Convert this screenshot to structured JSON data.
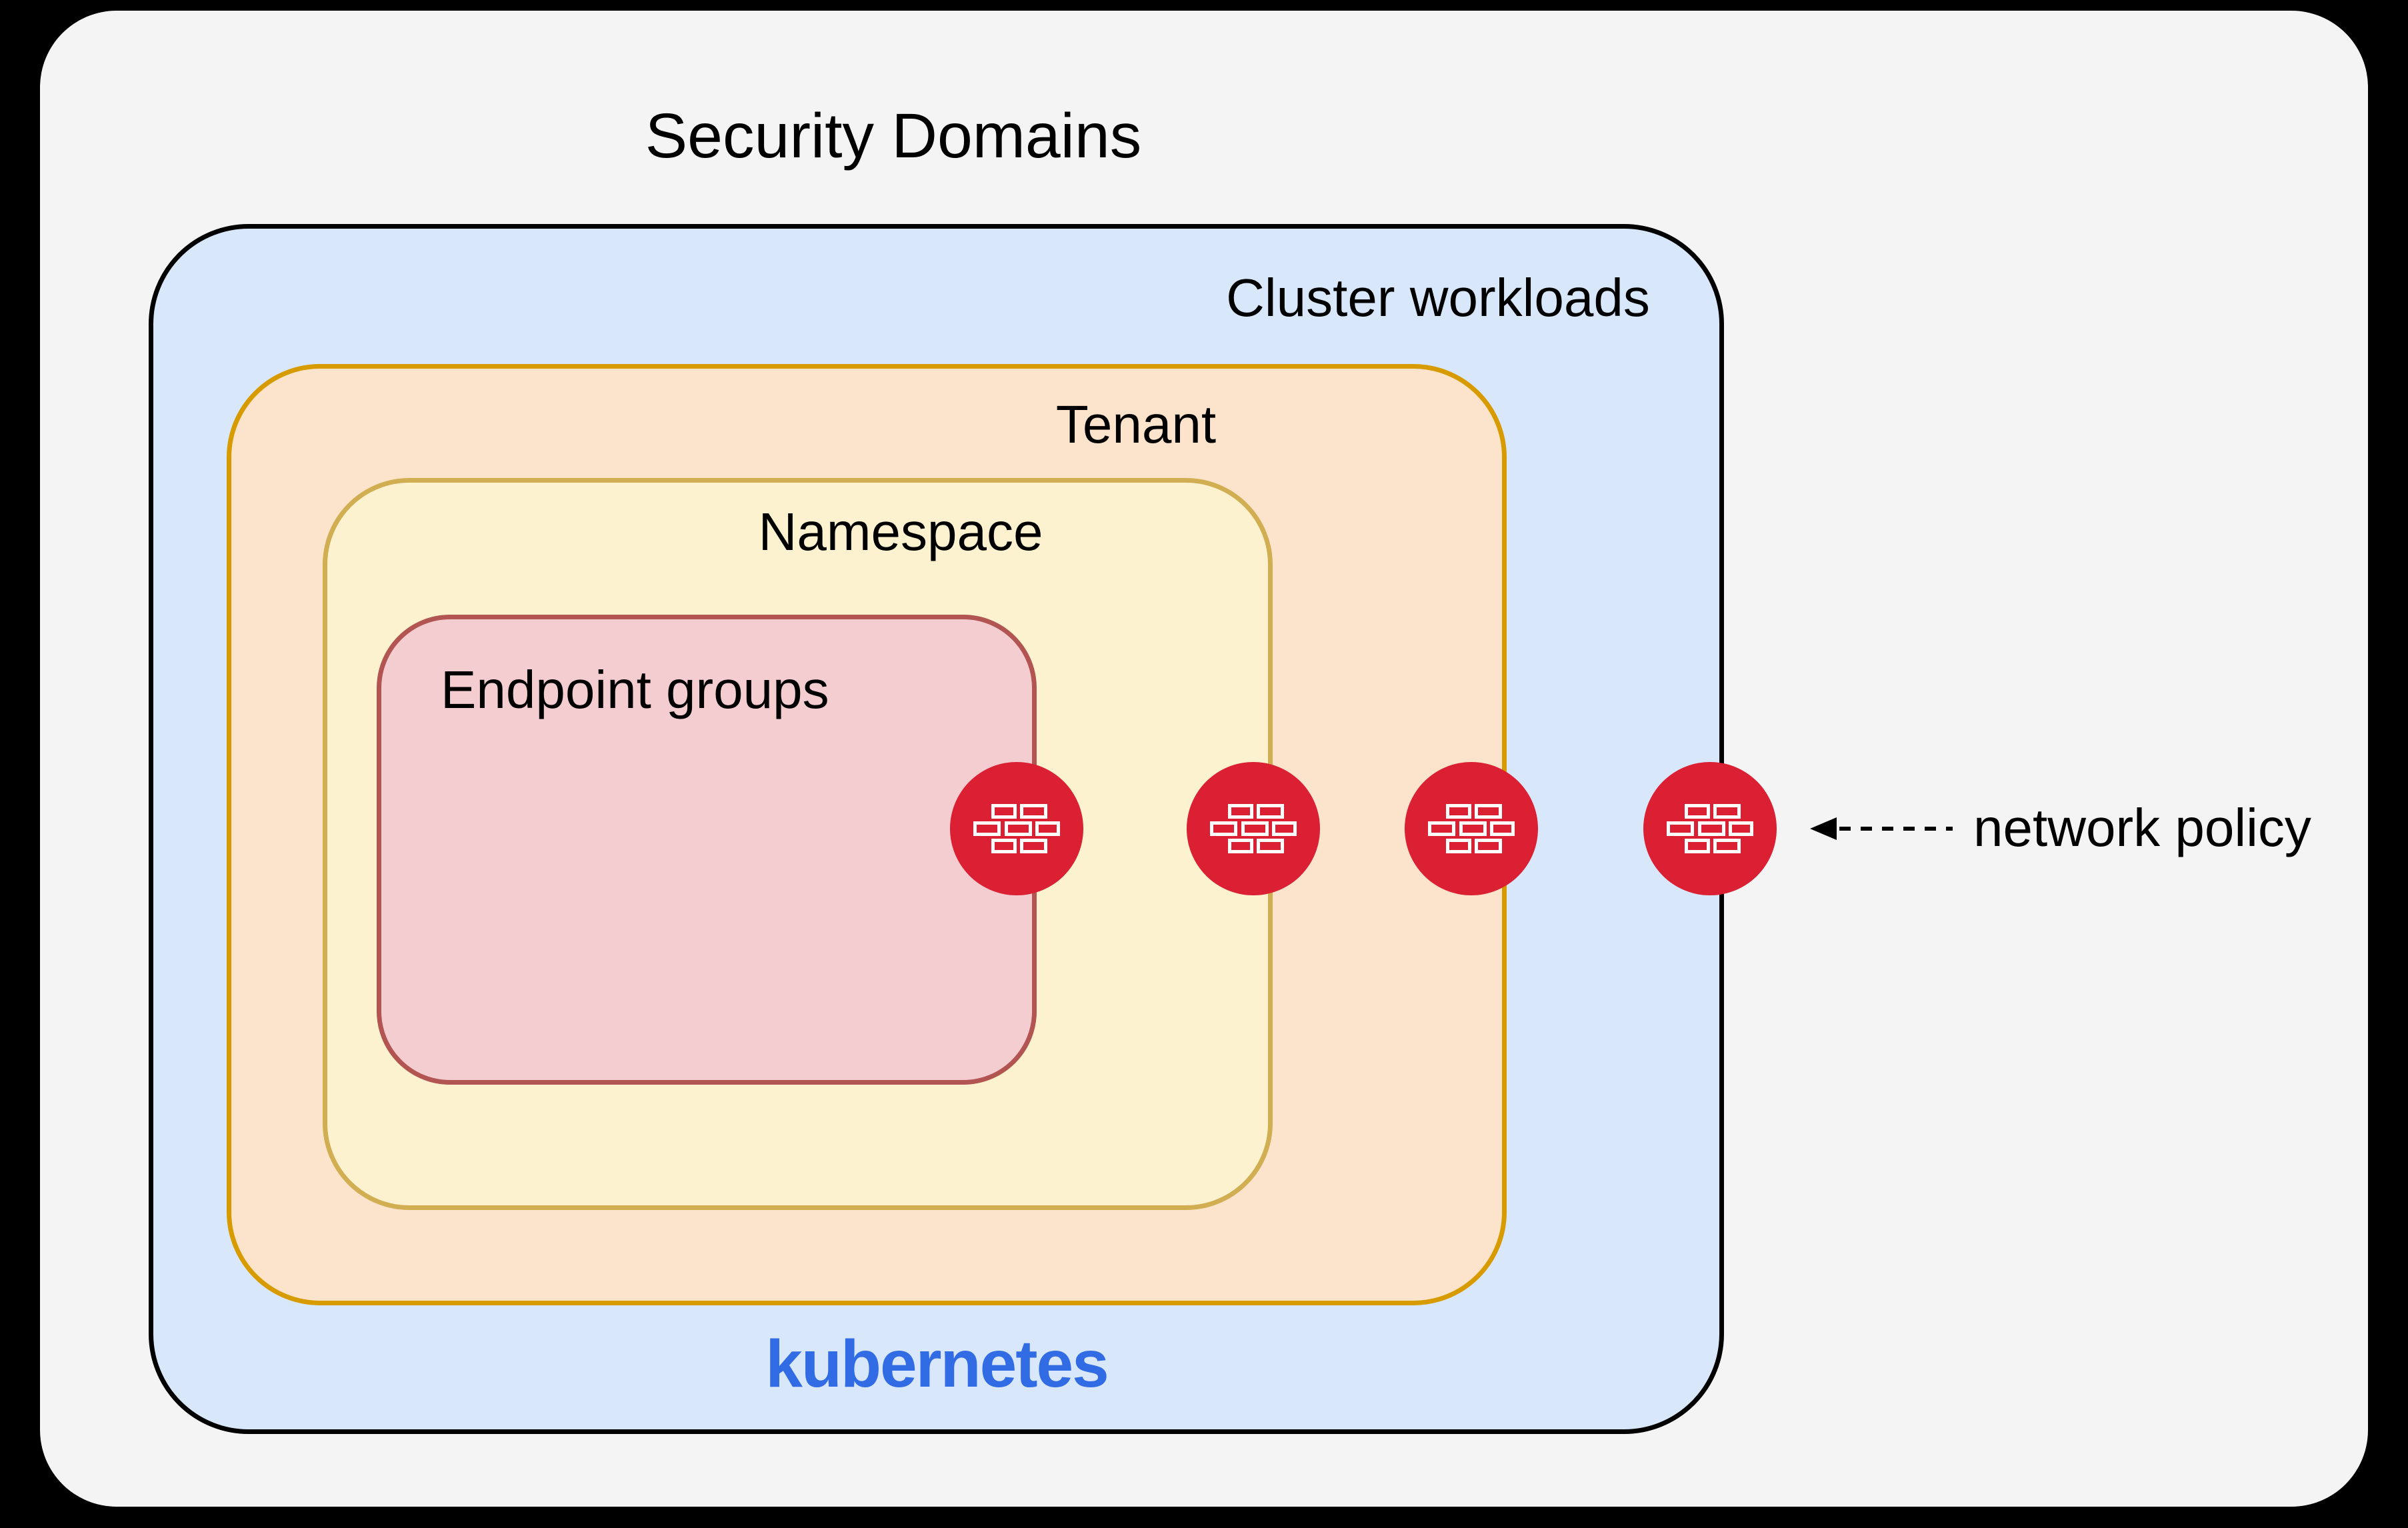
{
  "title": "Security Domains",
  "domains": {
    "cluster": {
      "label": "Cluster workloads",
      "brand": "kubernetes"
    },
    "tenant": {
      "label": "Tenant"
    },
    "namespace": {
      "label": "Namespace"
    },
    "endpoint_groups": {
      "label": "Endpoint groups"
    }
  },
  "hierarchy": [
    "Cluster workloads",
    "Tenant",
    "Namespace",
    "Endpoint groups"
  ],
  "annotation": {
    "label": "network policy"
  },
  "firewalls": {
    "icon": "firewall-brick-icon",
    "count": 4
  },
  "colors": {
    "page_bg": "#000000",
    "panel_bg": "#f4f4f5",
    "cluster_fill": "#d9e7fb",
    "cluster_stroke": "#000000",
    "tenant_fill": "#fce4cc",
    "tenant_stroke": "#d79b00",
    "namespace_fill": "#fdf2cf",
    "namespace_stroke": "#d2ae53",
    "endpoint_fill": "#f4cdd1",
    "endpoint_stroke": "#b25452",
    "firewall_red": "#da2032",
    "kubernetes_blue": "#326ce5",
    "text_color": "#000000"
  }
}
